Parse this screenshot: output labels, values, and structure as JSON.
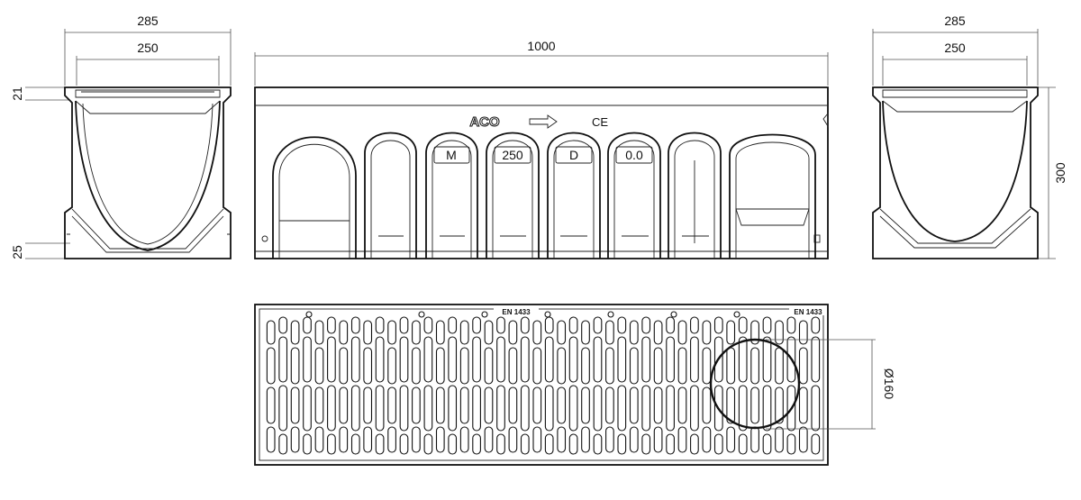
{
  "left_view": {
    "dim_outer": "285",
    "dim_inner": "250",
    "dim_top": "21",
    "dim_bottom": "25"
  },
  "side_view": {
    "dim_length": "1000",
    "markings": {
      "brand": "ACO",
      "ce": "CE",
      "m": "M",
      "width": "250",
      "class": "D",
      "slope": "0.0"
    }
  },
  "right_view": {
    "dim_outer": "285",
    "dim_inner": "250",
    "dim_height": "300"
  },
  "grating_view": {
    "en_left": "EN 1433",
    "en_right": "EN 1433",
    "outlet_diameter": "Ø160"
  }
}
